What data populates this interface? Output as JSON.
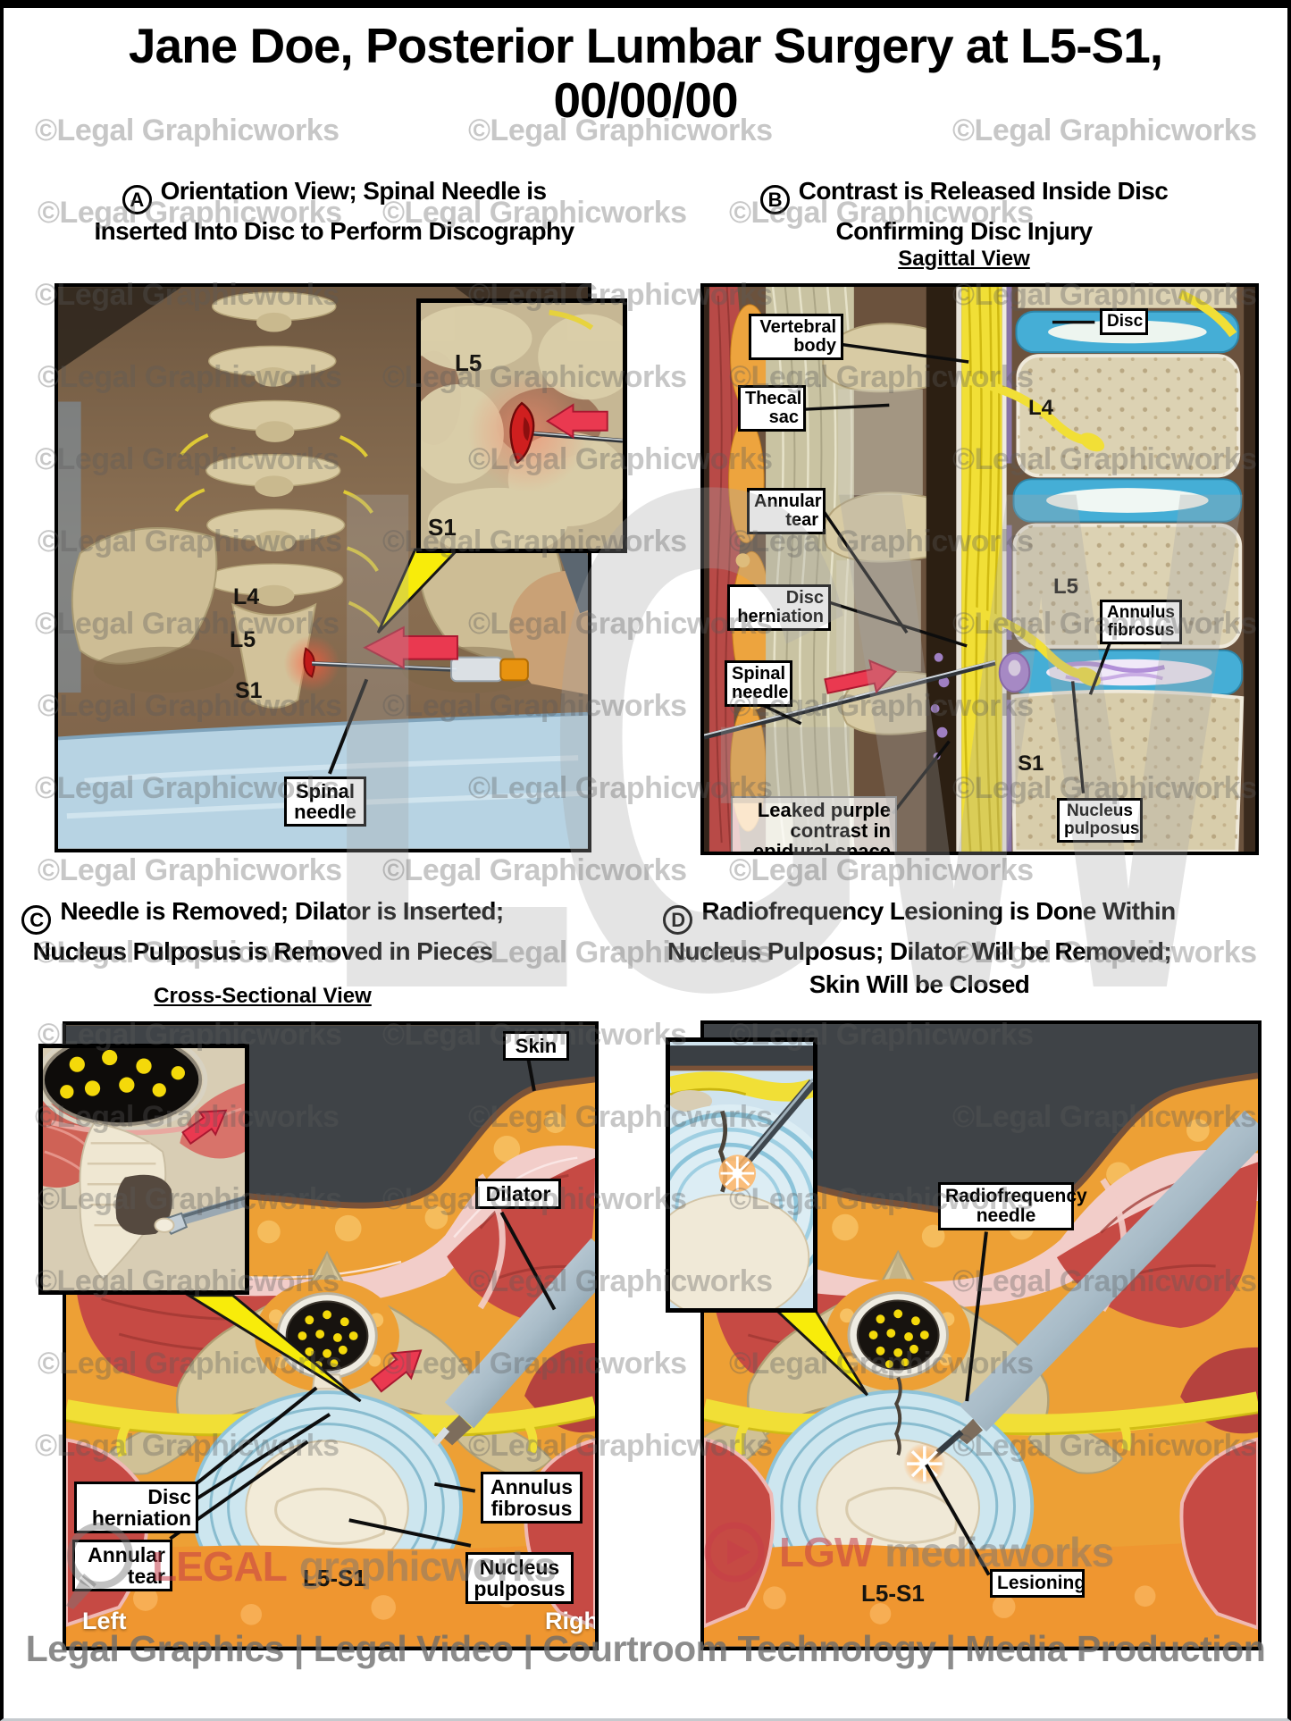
{
  "page": {
    "title_line1": "Jane Doe, Posterior Lumbar Surgery at L5-S1,",
    "title_line2": "00/00/00",
    "watermark_text": "©Legal Graphicworks",
    "watermark_monogram": "LGW",
    "brand_legal_red": "LEGAL",
    "brand_legal_gray": "graphicworks",
    "brand_lgw": "LGW",
    "brand_media": "mediaworks",
    "footer": "Legal Graphics | Legal Video | Courtroom Technology | Media Production"
  },
  "colors": {
    "arrow_red": "#e8354a",
    "nerve_yellow": "#f1df36",
    "disc_blue": "#45aed6",
    "bone_tan": "#d9cfae",
    "muscle_red": "#c64a44",
    "fat_orange": "#eda035",
    "drape_blue": "#b7d3e3",
    "pointer_yellow": "#f8ec0a",
    "watermark_gray": "#bdbdbd"
  },
  "panel_a": {
    "letter": "A",
    "heading_line1": "Orientation View; Spinal Needle is",
    "heading_line2": "Inserted Into Disc to Perform Discography",
    "inset": {
      "l5": "L5",
      "s1": "S1"
    },
    "vertebrae": {
      "l4": "L4",
      "l5": "L5",
      "s1": "S1"
    },
    "callouts": {
      "spinal_needle": "Spinal needle"
    }
  },
  "panel_b": {
    "letter": "B",
    "heading_line1": "Contrast is Released Inside Disc",
    "heading_line2": "Confirming Disc Injury",
    "subtitle": "Sagittal View",
    "vertebrae": {
      "l4": "L4",
      "l5": "L5",
      "s1": "S1"
    },
    "callouts": {
      "vertebral_body": "Vertebral body",
      "thecal_sac": "Thecal sac",
      "annular_tear": "Annular tear",
      "disc_herniation": "Disc herniation",
      "spinal_needle": "Spinal needle",
      "leaked_contrast": "Leaked purple contrast in epidural space",
      "disc": "Disc",
      "annulus_fibrosus": "Annulus fibrosus",
      "nucleus_pulposus": "Nucleus pulposus"
    }
  },
  "panel_c": {
    "letter": "C",
    "heading_line1": "Needle is Removed; Dilator is Inserted;",
    "heading_line2": "Nucleus Pulposus is Removed in Pieces",
    "subtitle": "Cross-Sectional View",
    "level": "L5-S1",
    "side_left": "Left",
    "side_right": "Right",
    "callouts": {
      "skin": "Skin",
      "dilator": "Dilator",
      "disc_herniation": "Disc herniation",
      "annular_tear": "Annular tear",
      "annulus_fibrosus": "Annulus fibrosus",
      "nucleus_pulposus": "Nucleus pulposus"
    }
  },
  "panel_d": {
    "letter": "D",
    "heading_line1": "Radiofrequency Lesioning is Done Within",
    "heading_line2": "Nucleus Pulposus; Dilator Will be Removed;",
    "heading_line3": "Skin Will be Closed",
    "level": "L5-S1",
    "callouts": {
      "rf_needle": "Radiofrequency needle",
      "lesioning": "Lesioning"
    }
  }
}
